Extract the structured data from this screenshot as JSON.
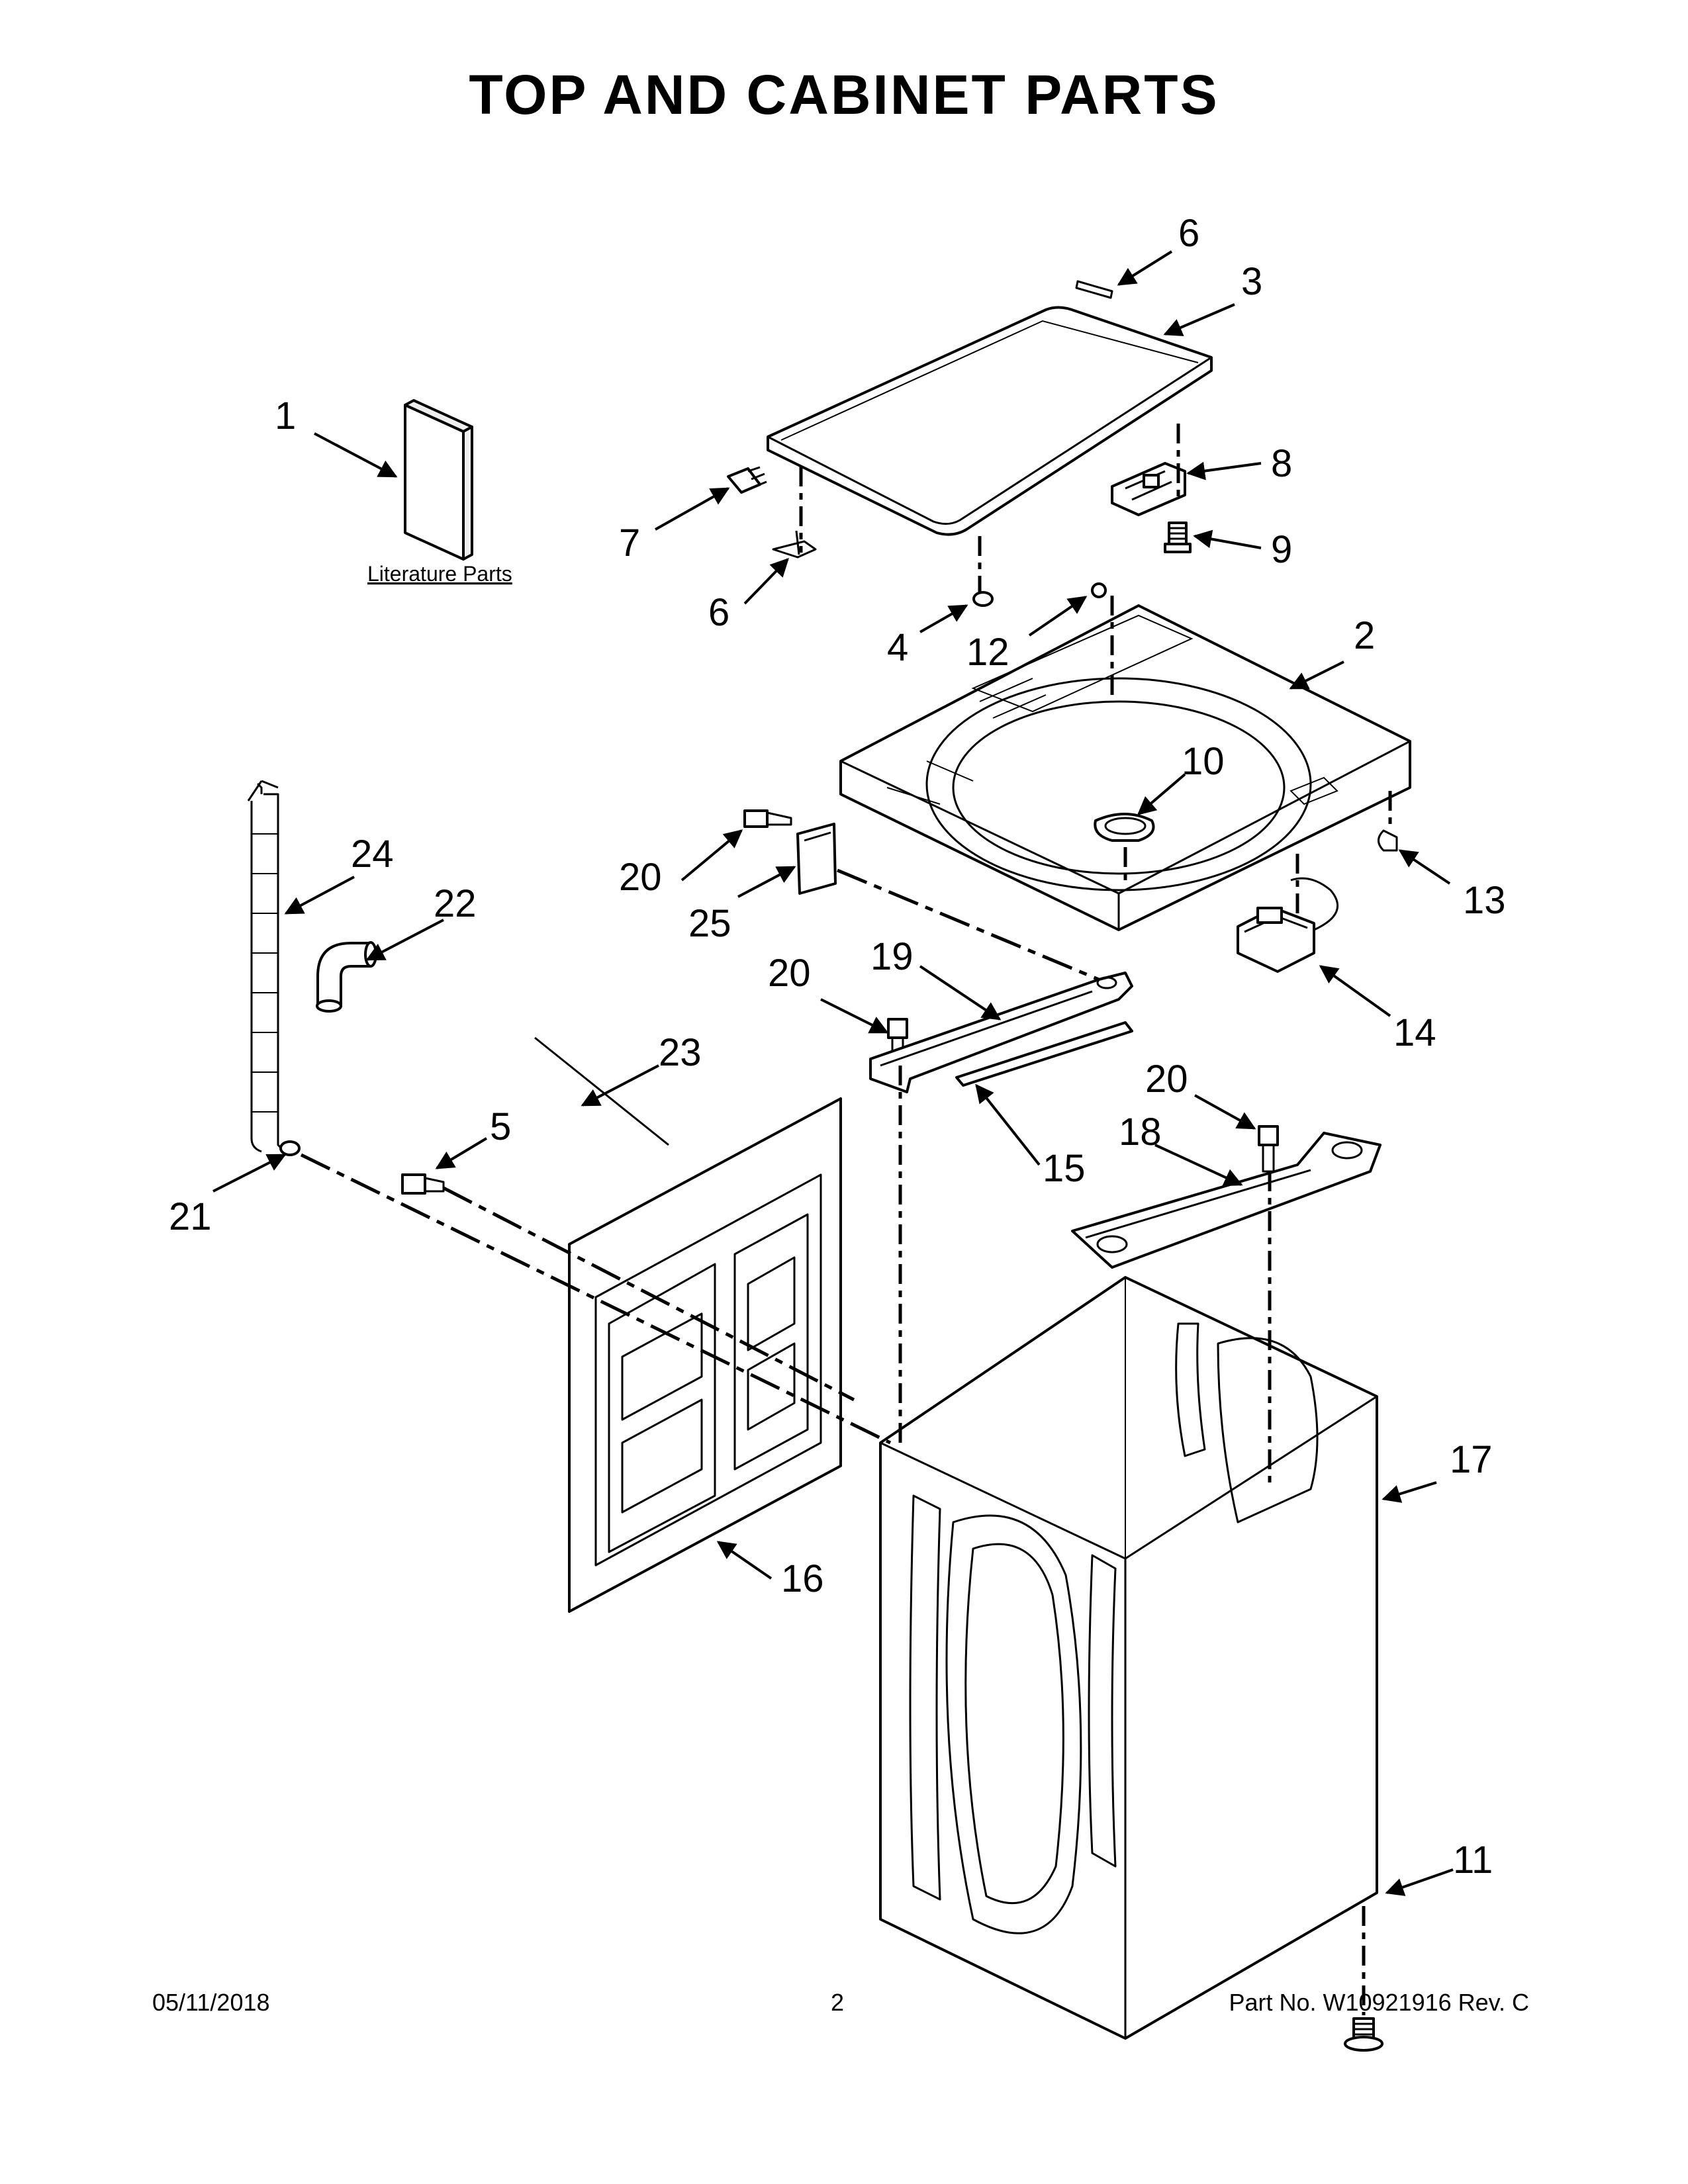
{
  "page": {
    "title": "TOP AND CABINET PARTS",
    "literature_label": "Literature Parts"
  },
  "callouts": [
    "1",
    "2",
    "3",
    "4",
    "5",
    "6",
    "6",
    "7",
    "8",
    "9",
    "10",
    "11",
    "12",
    "13",
    "14",
    "15",
    "16",
    "17",
    "18",
    "19",
    "20",
    "20",
    "20",
    "21",
    "22",
    "23",
    "24",
    "25"
  ],
  "footer": {
    "date": "05/11/2018",
    "page_number": "2",
    "part_number": "Part No.  W10921916  Rev.  C"
  }
}
